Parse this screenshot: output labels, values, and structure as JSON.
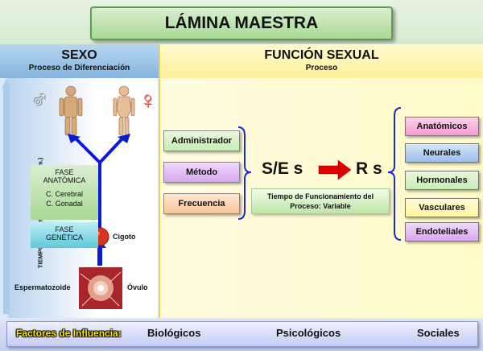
{
  "title": "LÁMINA MAESTRA",
  "left": {
    "heading": "SEXO",
    "subheading": "Proceso de Diferenciación",
    "male_symbol": "♂",
    "female_symbol": "♀",
    "time_label": "TIEMPO DEL PROCESO: (37 - 42 sem.)",
    "fase_anatomica": {
      "title_line1": "FASE",
      "title_line2": "ANATÓMICA",
      "item1": "C. Cerebral",
      "item2": "C. Gonadal"
    },
    "fase_genetica": {
      "line1": "FASE",
      "line2": "GENÉTICA"
    },
    "cigoto": "Cigoto",
    "espermatozoide": "Espermatozoide",
    "ovulo": "Óvulo"
  },
  "right": {
    "heading": "FUNCIÓN SEXUAL",
    "subheading": "Proceso",
    "inputs": [
      "Administrador",
      "Método",
      "Frecuencia"
    ],
    "se": "S/E s",
    "rs": "R s",
    "tiempo": {
      "line1": "Tiempo de Funcionamiento del",
      "line2": "Proceso: Variable"
    },
    "outputs": [
      "Anatómicos",
      "Neurales",
      "Hormonales",
      "Vasculares",
      "Endoteliales"
    ]
  },
  "footer": {
    "label": "Factores de Influencia:",
    "items": [
      "Biológicos",
      "Psicológicos",
      "Sociales"
    ]
  },
  "colors": {
    "title_green": "#a9d995",
    "left_blue": "#84b4de",
    "right_yellow": "#fff09a",
    "administrador": "#c8edb5",
    "metodo": "#d9a6f0",
    "frecuencia": "#f7c79a",
    "anatomicos": "#f59ad4",
    "neurales": "#9bbfea",
    "hormonales": "#c8edb5",
    "vasculares": "#fff4a0",
    "endoteliales": "#d9a6f0",
    "arrow_red": "#e00000",
    "arrow_blue": "#0a1cd6",
    "arrow_green": "#9cd65a"
  }
}
